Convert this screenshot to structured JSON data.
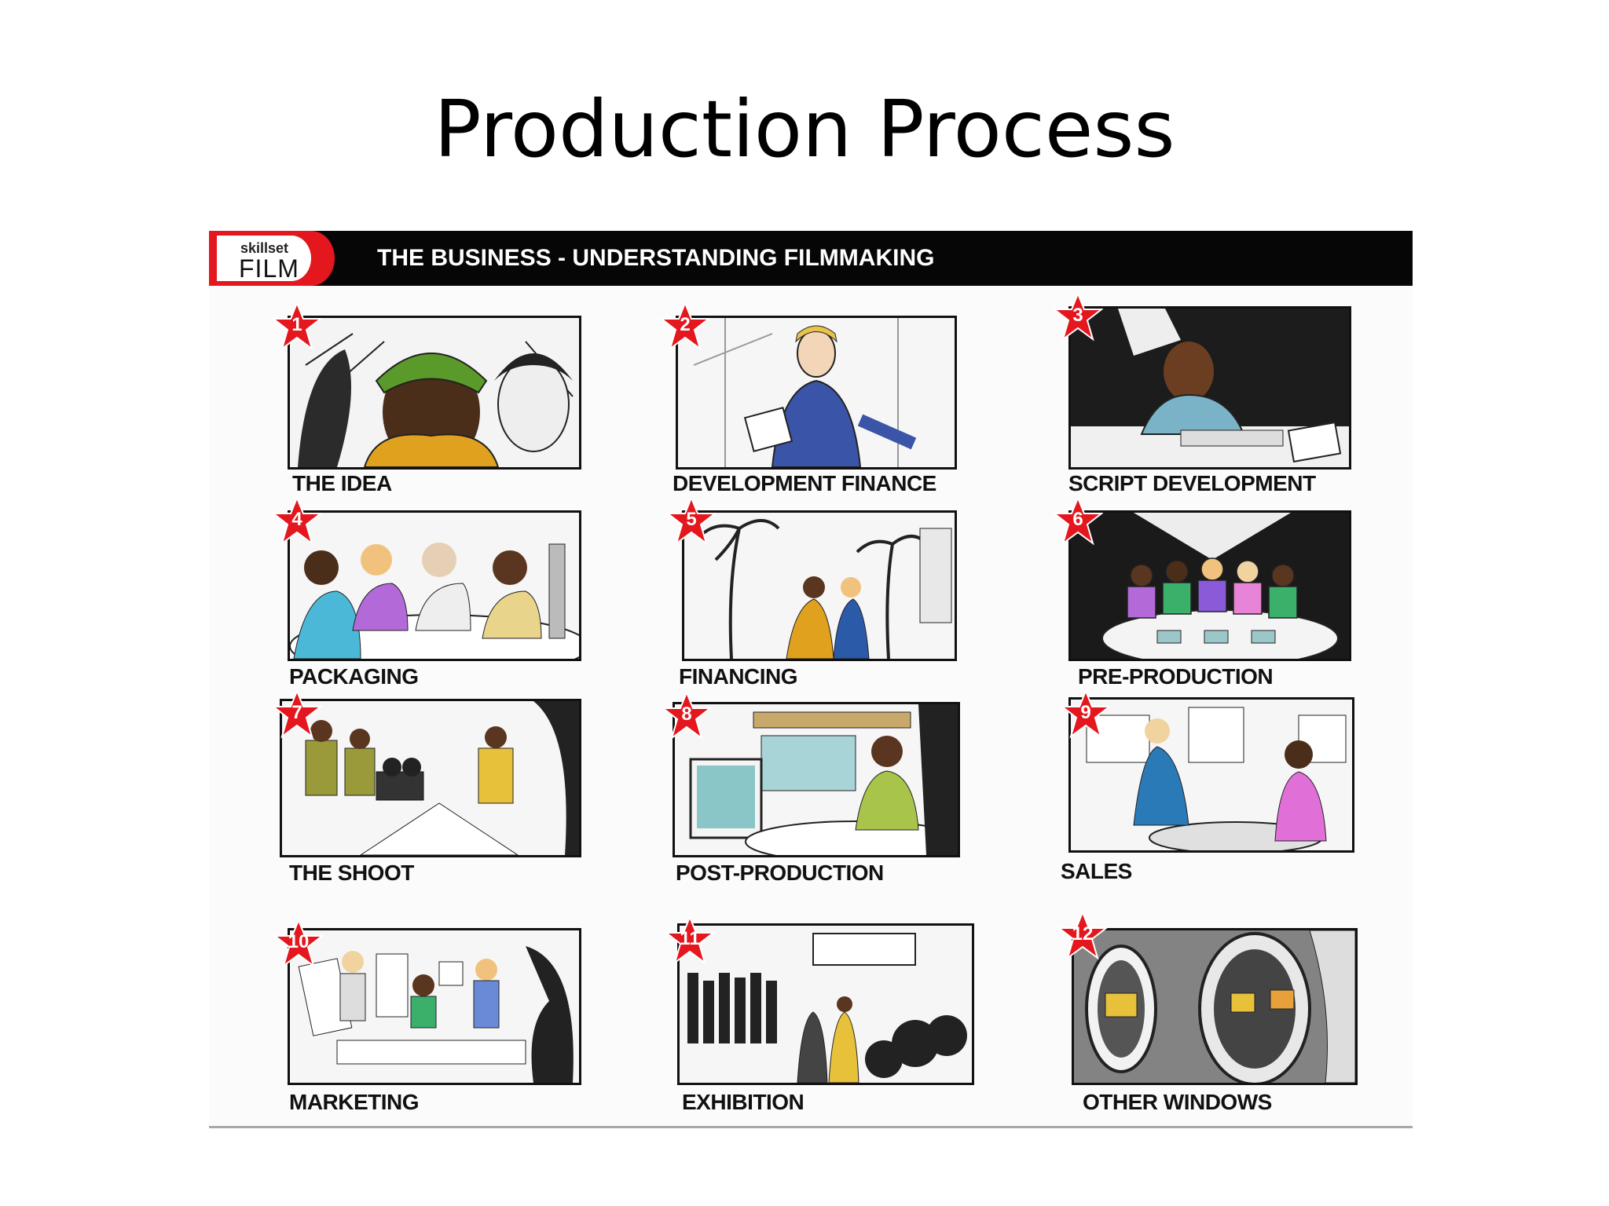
{
  "slide": {
    "title": "Production Process"
  },
  "poster": {
    "logo": {
      "line1": "skillset",
      "line2": "FILM"
    },
    "header": "THE BUSINESS - UNDERSTANDING FILMMAKING",
    "accent_color": "#e3171d",
    "panels": [
      {
        "number": "1",
        "caption": "THE IDEA",
        "scene": "people-closeup-icon"
      },
      {
        "number": "2",
        "caption": "DEVELOPMENT FINANCE",
        "scene": "pitch-icon"
      },
      {
        "number": "3",
        "caption": "SCRIPT DEVELOPMENT",
        "scene": "writer-desk-icon"
      },
      {
        "number": "4",
        "caption": "PACKAGING",
        "scene": "meeting-table-icon"
      },
      {
        "number": "5",
        "caption": "FINANCING",
        "scene": "palm-street-icon"
      },
      {
        "number": "6",
        "caption": "PRE-PRODUCTION",
        "scene": "crew-table-icon"
      },
      {
        "number": "7",
        "caption": "THE SHOOT",
        "scene": "film-camera-icon"
      },
      {
        "number": "8",
        "caption": "POST-PRODUCTION",
        "scene": "editing-suite-icon"
      },
      {
        "number": "9",
        "caption": "SALES",
        "scene": "sales-booth-icon"
      },
      {
        "number": "10",
        "caption": "MARKETING",
        "scene": "marketing-office-icon"
      },
      {
        "number": "11",
        "caption": "EXHIBITION",
        "scene": "premiere-crowd-icon"
      },
      {
        "number": "12",
        "caption": "OTHER WINDOWS",
        "scene": "airplane-window-icon"
      }
    ]
  }
}
